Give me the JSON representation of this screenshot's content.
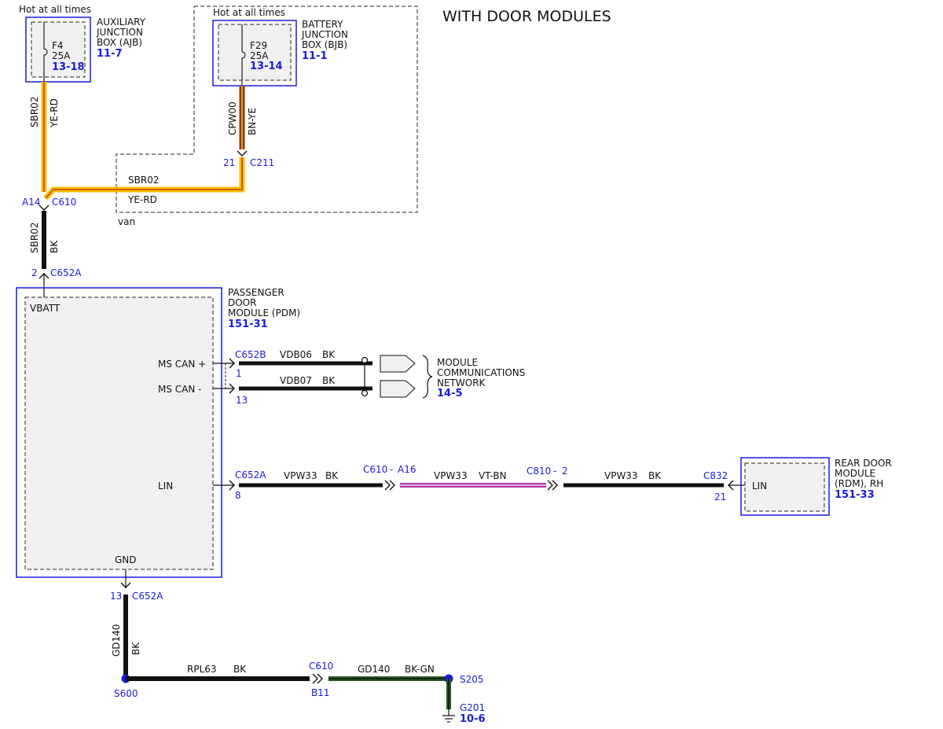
{
  "title": "WITH DOOR MODULES",
  "colors": {
    "blue": "#1a1adc",
    "box_fill": "#f0f0f0",
    "wire_black": "#111111",
    "wire_yellow": "#f2c200",
    "wire_red": "#d43a1a",
    "wire_brown": "#8a3a1a",
    "wire_violet": "#b23aa6",
    "wire_green": "#2a5a20"
  },
  "ajb": {
    "hot": "Hot at all times",
    "fuse": "F4",
    "amps": "25A",
    "fuse_ref": "13-18",
    "name1": "AUXILIARY",
    "name2": "JUNCTION",
    "name3": "BOX (AJB)",
    "ref": "11-7"
  },
  "bjb": {
    "hot": "Hot at all times",
    "fuse": "F29",
    "amps": "25A",
    "fuse_ref": "13-14",
    "name1": "BATTERY",
    "name2": "JUNCTION",
    "name3": "BOX (BJB)",
    "ref": "11-1"
  },
  "van_label": "van",
  "wires": {
    "sbr02": "SBR02",
    "ye_rd": "YE-RD",
    "cpw00": "CPW00",
    "bn_ye": "BN-YE",
    "bk": "BK",
    "vdb06": "VDB06",
    "vdb07": "VDB07",
    "vpw33": "VPW33",
    "vt_bn": "VT-BN",
    "gd140": "GD140",
    "rpl63": "RPL63",
    "bk_gn": "BK-GN"
  },
  "connectors": {
    "c211_pin": "21",
    "c211": "C211",
    "c610_pin_a14": "A14",
    "c610": "C610",
    "c652a_pin2": "2",
    "c652a": "C652A",
    "c652b": "C652B",
    "pin1": "1",
    "pin13": "13",
    "pin8": "8",
    "c610_a16": "C610",
    "dash1": "-",
    "a16": "A16",
    "c810": "C810",
    "dash2": "-",
    "c810_pin": "2",
    "c832": "C832",
    "c832_pin": "21",
    "gnd_pin": "13",
    "c652a_gnd": "C652A",
    "c610_b11": "C610",
    "b11": "B11"
  },
  "pdm": {
    "name1": "PASSENGER",
    "name2": "DOOR",
    "name3": "MODULE (PDM)",
    "ref": "151-31",
    "vbatt": "VBATT",
    "ms_can_plus": "MS CAN +",
    "ms_can_minus": "MS CAN -",
    "lin": "LIN",
    "gnd": "GND"
  },
  "network": {
    "name1": "MODULE",
    "name2": "COMMUNICATIONS",
    "name3": "NETWORK",
    "ref": "14-5"
  },
  "rdm": {
    "lin": "LIN",
    "name1": "REAR DOOR",
    "name2": "MODULE",
    "name3": "(RDM), RH",
    "ref": "151-33"
  },
  "splices": {
    "s600": "S600",
    "s205": "S205",
    "g201": "G201",
    "g201_ref": "10-6"
  }
}
